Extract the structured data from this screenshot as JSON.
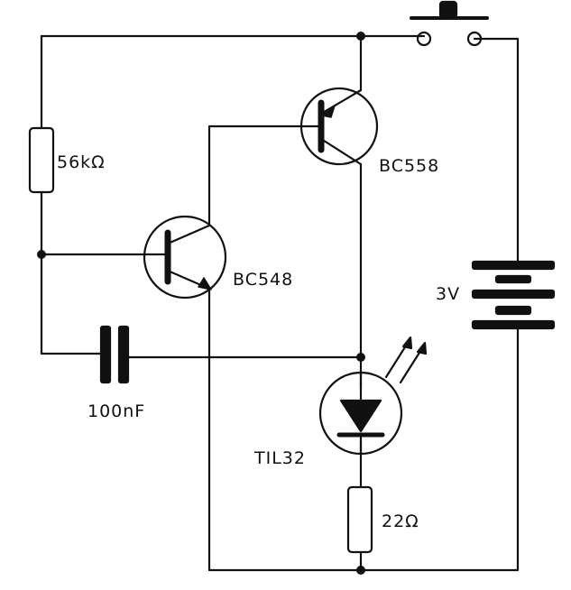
{
  "colors": {
    "ink": "#111111",
    "paper": "#ffffff"
  },
  "components": {
    "r1": "56kΩ",
    "q1": "BC558",
    "q2": "BC548",
    "battery": "3V",
    "capacitor": "100nF",
    "led": "TIL32",
    "r2": "22Ω"
  }
}
